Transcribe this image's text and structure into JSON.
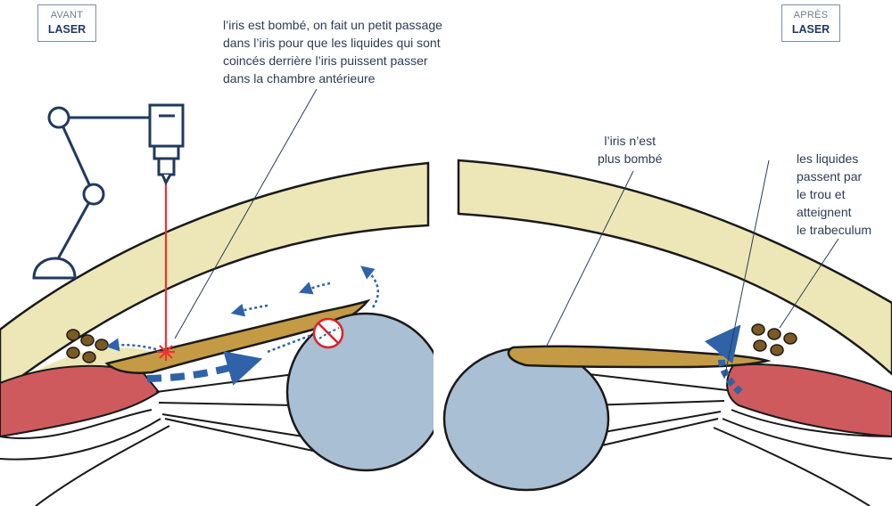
{
  "badges": {
    "before": {
      "line1": "AVANT",
      "line2": "LASER"
    },
    "after": {
      "line1": "APRÈS",
      "line2": "LASER"
    }
  },
  "annotations": {
    "laser_note": [
      "l’iris est bombé, on fait un petit passage",
      "dans l’iris pour que les liquides qui sont",
      "coincés derrière l’iris puissent passer",
      "dans la chambre antérieure"
    ],
    "iris_flat": [
      "l’iris n’est",
      "plus bombé"
    ],
    "fluids": [
      "les liquides",
      "passent par",
      "le trou et",
      "atteignent",
      "le trabeculum"
    ]
  },
  "colors": {
    "sclera": "#ede6b6",
    "ciliary": "#cf5a5e",
    "iris": "#c49a45",
    "lens": "#a9bfd3",
    "arrow": "#2f62a8",
    "laser": "#ee3333",
    "outline": "#1a1a1a",
    "pigment": "#7a5a22",
    "device": "#1f3a5f",
    "no_sign": "#d9232a"
  }
}
